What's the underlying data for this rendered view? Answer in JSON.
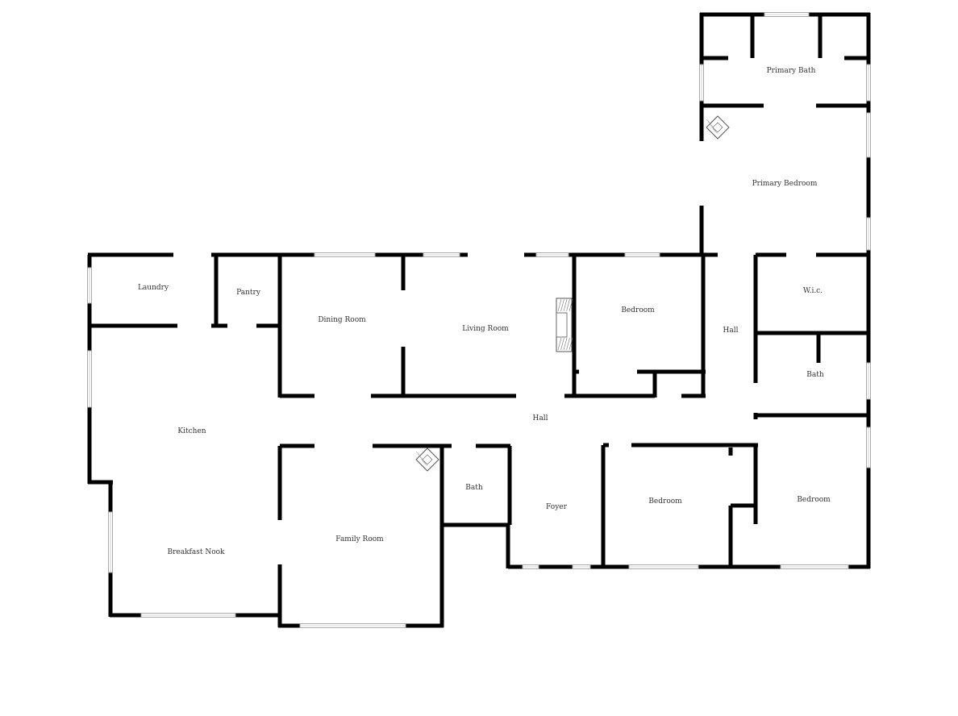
{
  "floor_plan": {
    "rooms": {
      "primary_bath": "Primary Bath",
      "primary_bedroom": "Primary Bedroom",
      "laundry": "Laundry",
      "pantry": "Pantry",
      "dining_room": "Dining Room",
      "living_room": "Living Room",
      "bedroom_north": "Bedroom",
      "hall_east": "Hall",
      "wic": "W.i.c.",
      "bath_east": "Bath",
      "hall_main": "Hall",
      "kitchen": "Kitchen",
      "breakfast_nook": "Breakfast Nook",
      "family_room": "Family Room",
      "bath_hall": "Bath",
      "foyer": "Foyer",
      "bedroom_south": "Bedroom",
      "bedroom_southeast": "Bedroom"
    },
    "colors": {
      "wall": "#000000",
      "window": "#aaaaaa",
      "background": "#ffffff"
    }
  }
}
